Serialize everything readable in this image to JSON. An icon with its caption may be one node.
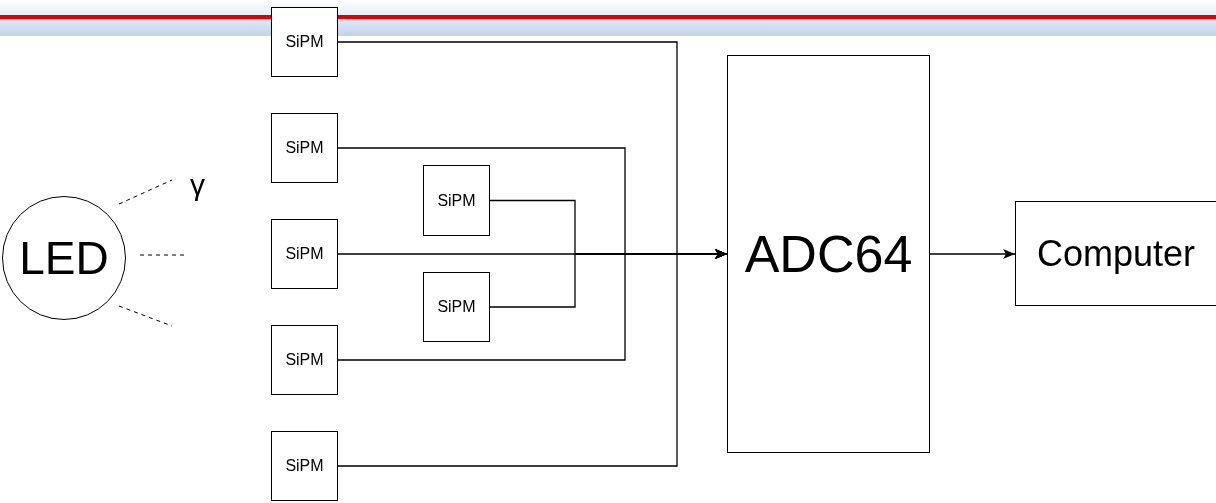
{
  "diagram": {
    "nodes": [
      {
        "text": [
          "LED"
        ]
      },
      {
        "text": [
          "SiPM"
        ]
      },
      {
        "text": [
          "SiPM"
        ]
      },
      {
        "text": [
          "SiPM"
        ]
      },
      {
        "text": [
          "SiPM"
        ]
      },
      {
        "text": [
          "SiPM"
        ]
      },
      {
        "text": [
          "SiPM"
        ]
      },
      {
        "text": [
          "SiPM"
        ]
      },
      {
        "text": [
          "ADC64"
        ]
      },
      {
        "text": [
          "Computer"
        ]
      }
    ],
    "edges": [
      {
        "from": 1,
        "to": 8,
        "arrow": "to"
      },
      {
        "from": 2,
        "to": 8,
        "arrow": "to"
      },
      {
        "from": 3,
        "to": 8,
        "arrow": "to"
      },
      {
        "from": 4,
        "to": 8,
        "arrow": "to"
      },
      {
        "from": 5,
        "to": 8,
        "arrow": "to"
      },
      {
        "from": 6,
        "to": 8,
        "arrow": "to"
      },
      {
        "from": 7,
        "to": 8,
        "arrow": "to"
      },
      {
        "from": 8,
        "to": 9,
        "arrow": "to"
      }
    ],
    "labels": [
      "γ"
    ]
  }
}
